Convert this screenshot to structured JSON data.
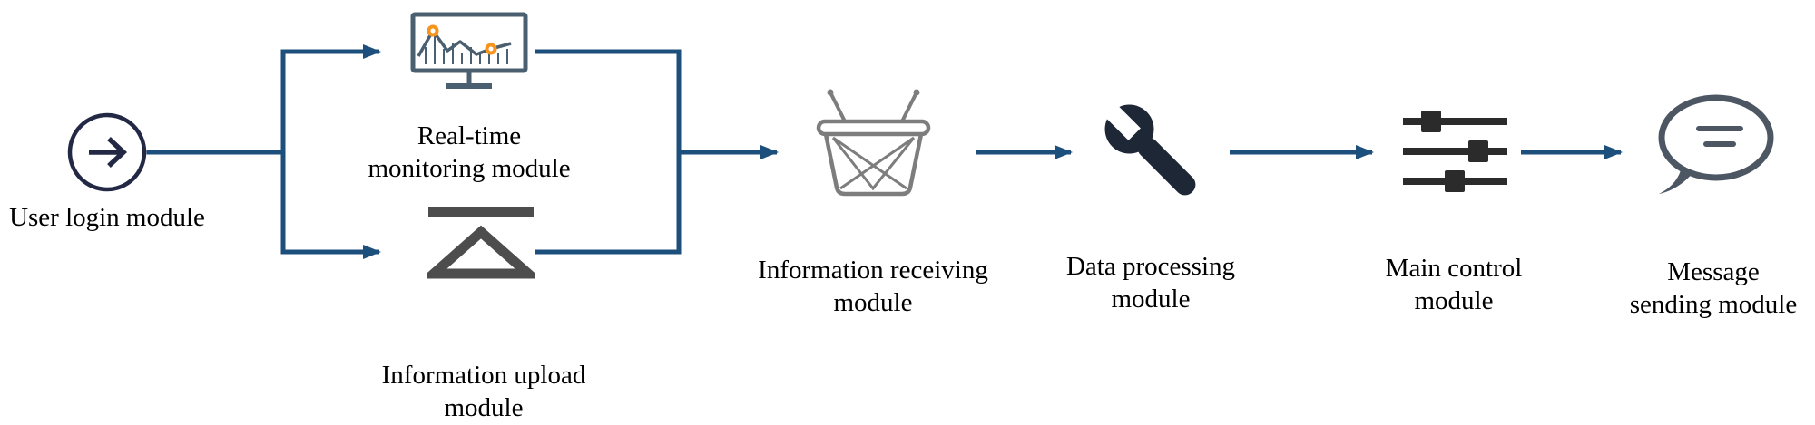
{
  "diagram_type": "system-module-flowchart",
  "colors": {
    "connector": "#1d4f7c",
    "login_icon": "#232945",
    "monitor_icon": "#4a5f70",
    "accent_orange": "#f7941d",
    "upload_icon": "#4d4d4d",
    "basket_icon": "#7d7d7d",
    "wrench_icon": "#1d2736",
    "sliders_icon": "#2b2b2b",
    "bubble_icon": "#4d5663",
    "text": "#000000"
  },
  "nodes": [
    {
      "id": "user-login",
      "icon": "login-arrow-icon",
      "lines": [
        "User login module"
      ]
    },
    {
      "id": "realtime-monitoring",
      "icon": "monitor-chart-icon",
      "lines": [
        "Real-time",
        "monitoring module"
      ]
    },
    {
      "id": "information-upload",
      "icon": "upload-icon",
      "lines": [
        "Information upload",
        "module"
      ]
    },
    {
      "id": "information-receiving",
      "icon": "basket-icon",
      "lines": [
        "Information receiving",
        "module"
      ]
    },
    {
      "id": "data-processing",
      "icon": "wrench-icon",
      "lines": [
        "Data processing",
        "module"
      ]
    },
    {
      "id": "main-control",
      "icon": "sliders-icon",
      "lines": [
        "Main control",
        "module"
      ]
    },
    {
      "id": "message-sending",
      "icon": "speech-bubble-icon",
      "lines": [
        "Message",
        "sending module"
      ]
    }
  ]
}
